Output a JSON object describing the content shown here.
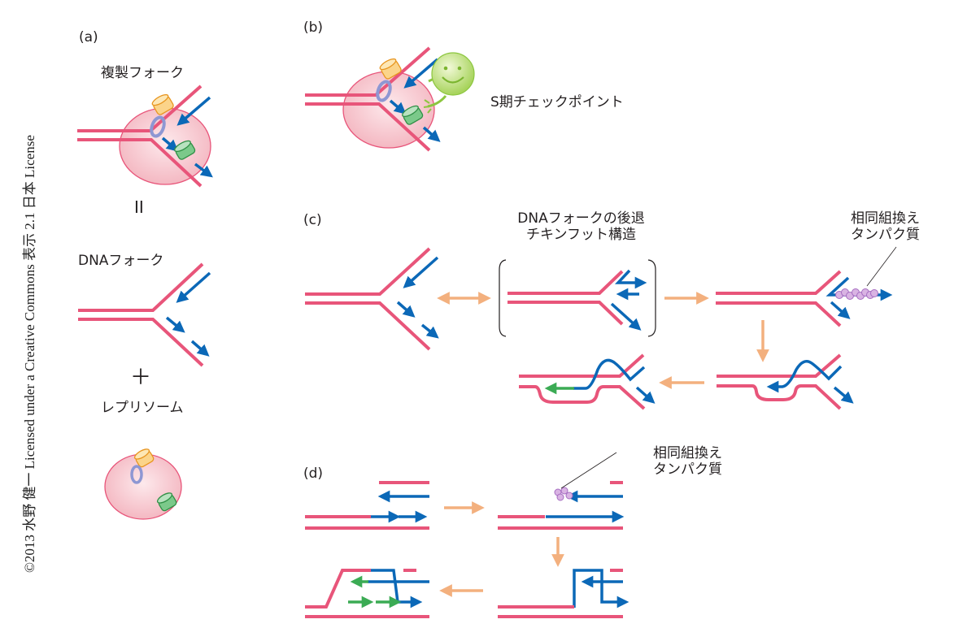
{
  "copyright": "©2013 水野 健一 Licensed under a Creative Commons 表示 2.1 日本 License",
  "colors": {
    "dna_strand": "#e8557a",
    "new_strand": "#0b68b7",
    "process_arrow": "#f3b07e",
    "repair_strand": "#3bab54",
    "replisome_body": "#f6c4cc",
    "helicase": "#f6b24a",
    "clamp": "#8e97d3",
    "polymerase": "#4cb25e",
    "checkpoint": "#8cc63f",
    "recombination_protein": "#c18fd0"
  },
  "panels": {
    "a": {
      "label": "(a)",
      "fork_title": "複製フォーク",
      "equals": "II",
      "dna_fork_label": "DNAフォーク",
      "plus": "＋",
      "replisome_label": "レプリソーム"
    },
    "b": {
      "label": "(b)",
      "checkpoint_label": "S期チェックポイント"
    },
    "c": {
      "label": "(c)",
      "regression_title_line1": "DNAフォークの後退",
      "regression_title_line2": "チキンフット構造",
      "protein_label_line1": "相同組換え",
      "protein_label_line2": "タンパク質"
    },
    "d": {
      "label": "(d)",
      "protein_label_line1": "相同組換え",
      "protein_label_line2": "タンパク質"
    }
  }
}
